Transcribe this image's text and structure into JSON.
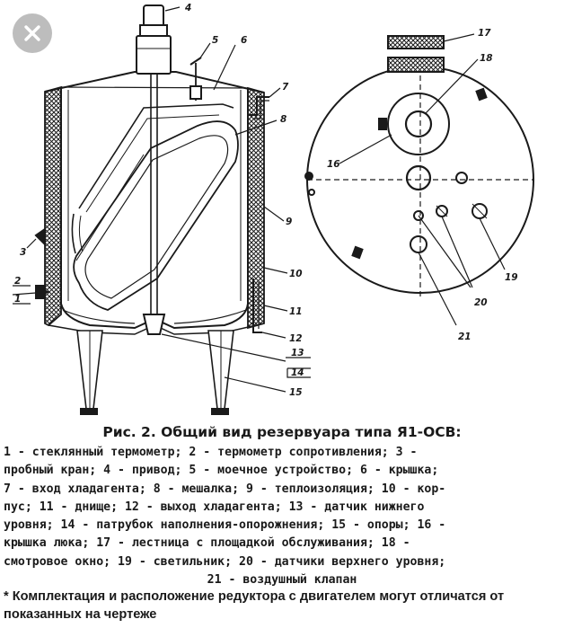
{
  "close_button": {
    "icon": "close-icon",
    "color": "#bdbdbd"
  },
  "figure": {
    "caption": "Рис. 2. Общий вид резервуара типа Я1-ОСВ:",
    "legend_lines": [
      "1 - стеклянный термометр; 2 - термометр сопротивления; 3 -",
      "пробный кран; 4 - привод; 5 - моечное устройство; 6 - крышка;",
      "7 - вход хладагента; 8 - мешалка; 9 - теплоизоляция; 10 - кор-",
      "пус; 11 - днище; 12 - выход хладагента; 13 - датчик нижнего",
      "уровня; 14 - патрубок наполнения-опорожнения; 15 - опоры; 16 -",
      "крышка люка; 17 - лестница с площадкой обслуживания; 18 -",
      "смотровое окно; 19 - светильник; 20 - датчики верхнего уровня;",
      "21 - воздушный клапан"
    ],
    "footnote": "* Комплектация и расположение редуктора с двигателем могут отличатся от показанных на чертеже"
  },
  "callouts": [
    "4",
    "5",
    "6",
    "7",
    "8",
    "3",
    "2",
    "1",
    "9",
    "10",
    "11",
    "12",
    "13",
    "14",
    "15",
    "17",
    "18",
    "16",
    "19",
    "20",
    "21"
  ],
  "colors": {
    "ink": "#1a1a1a",
    "paper": "#ffffff"
  }
}
